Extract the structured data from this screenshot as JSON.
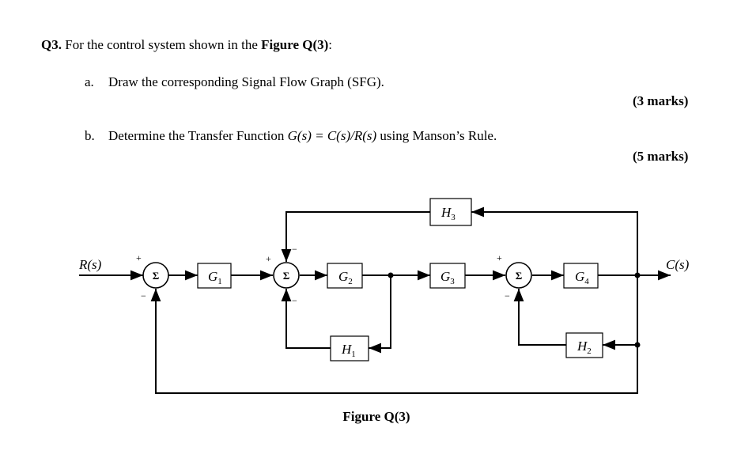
{
  "question": {
    "number": "Q3.",
    "intro": " For the control system shown in the ",
    "figure_ref": "Figure Q(3)",
    "intro_end": ":"
  },
  "part_a": {
    "letter": "a.",
    "text": "Draw the corresponding Signal Flow Graph (SFG).",
    "marks": "(3 marks)"
  },
  "part_b": {
    "letter": "b.",
    "text_start": "Determine the Transfer Function ",
    "formula": "G(s) = C(s)/R(s)",
    "text_end": " using Manson’s Rule.",
    "marks": "(5 marks)"
  },
  "diagram": {
    "input": "R(s)",
    "output": "C(s)",
    "sum_symbol": "Σ",
    "blocks": {
      "G1": {
        "name": "G",
        "sub": "1"
      },
      "G2": {
        "name": "G",
        "sub": "2"
      },
      "G3": {
        "name": "G",
        "sub": "3"
      },
      "G4": {
        "name": "G",
        "sub": "4"
      },
      "H1": {
        "name": "H",
        "sub": "1"
      },
      "H2": {
        "name": "H",
        "sub": "2"
      },
      "H3": {
        "name": "H",
        "sub": "3"
      }
    },
    "signs": {
      "plus": "+",
      "minus": "−"
    },
    "caption": "Figure Q(3)"
  }
}
